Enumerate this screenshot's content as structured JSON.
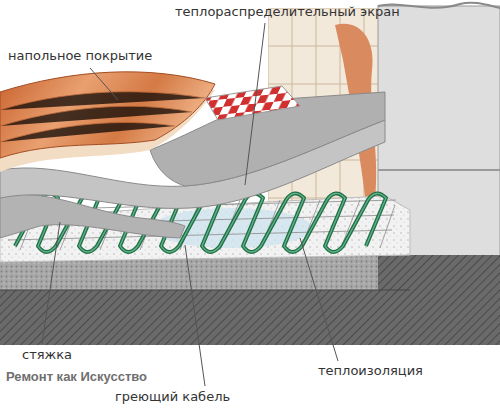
{
  "diagram": {
    "labels": [
      "теплораспределительный экран",
      "напольное покрытие",
      "стяжка",
      "греющий кабель",
      "теплоизоляция",
      "Ремонт как Искусство"
    ]
  }
}
